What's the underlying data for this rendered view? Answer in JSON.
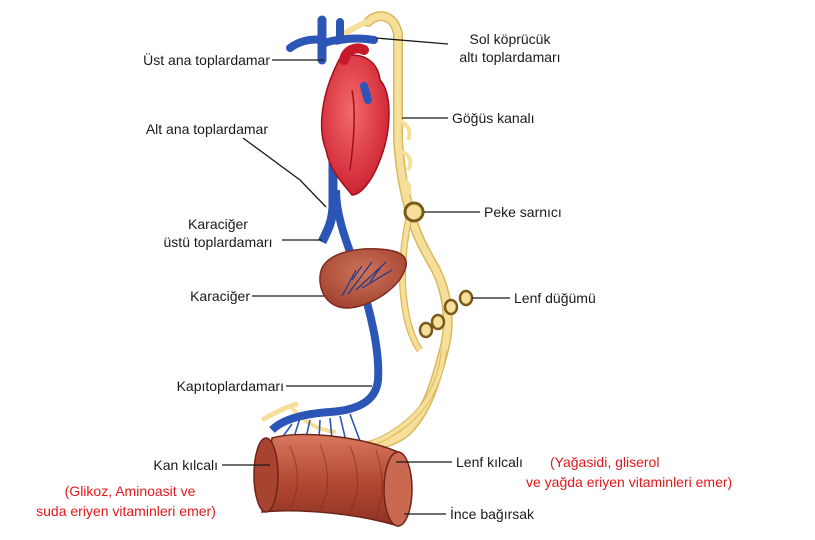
{
  "labels": {
    "ust_ana": "Üst ana toplardamar",
    "alt_ana": "Alt ana toplardamar",
    "karaciger_ustu_1": "Karaciğer",
    "karaciger_ustu_2": "üstü toplardamarı",
    "karaciger": "Karaciğer",
    "kapitoplardamar": "Kapıtoplardamarı",
    "kan_kilcali": "Kan kılcalı",
    "kan_note_1": "(Glikoz, Aminoasit ve",
    "kan_note_2": "suda eriyen vitaminleri emer)",
    "sol_1": "Sol köprücük",
    "sol_2": "altı toplardamarı",
    "gogus": "Göğüs kanalı",
    "peke": "Peke sarnıcı",
    "lenf_dugumu": "Lenf düğümü",
    "lenf_kilcali": "Lenf kılcalı",
    "lenf_note_1": "(Yağasidi, gliserol",
    "lenf_note_2": "ve yağda eriyen vitaminleri emer)",
    "ince": "İnce bağırsak"
  },
  "colors": {
    "vein": "#2c55b8",
    "lymph": "#f5df9a",
    "lymph_edge": "#d9b85a",
    "heart": "#e0303a",
    "liver": "#b5513b",
    "intestine": "#b9523a",
    "note": "#e0191b"
  }
}
